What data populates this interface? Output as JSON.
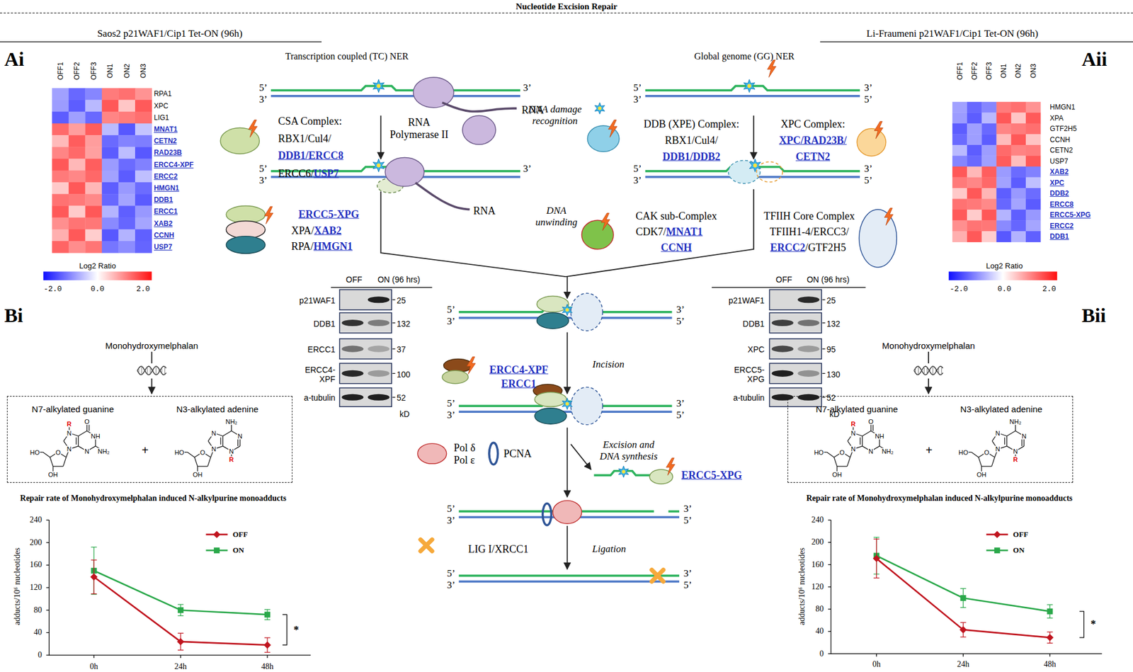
{
  "diagram": {
    "title": "Nucleotide Excision Repair",
    "nodes": [
      {
        "text": [
          "N7-alkylated guanine",
          "N3-alkylated adenine",
          "+"
        ]
      },
      {
        "text": [
          "N7-alkylated guanine",
          "N3-alkylated adenine",
          "+"
        ]
      }
    ],
    "labels": [
      "Saos2 p21WAF1/Cip1 Tet-ON (96h)",
      "Li-Fraumeni p21WAF1/Cip1 Tet-ON (96h)",
      "Ai",
      "Aii",
      "Bi",
      "Bii",
      "OFF1",
      "OFF2",
      "OFF3",
      "ON1",
      "ON2",
      "ON3",
      "RPA1",
      "XPC",
      "LIG1",
      "MNAT1",
      "CETN2",
      "RAD23B",
      "ERCC4-XPF",
      "ERCC2",
      "HMGN1",
      "DDB1",
      "ERCC1",
      "XAB2",
      "CCNH",
      "USP7",
      "Log2 Ratio",
      "-2.0",
      "0.0",
      "2.0",
      "OFF1",
      "OFF2",
      "OFF3",
      "ON1",
      "ON2",
      "ON3",
      "HMGN1",
      "XPA",
      "GTF2H5",
      "CCNH",
      "CETN2",
      "USP7",
      "XAB2",
      "XPC",
      "DDB2",
      "ERCC8",
      "ERCC5-XPG",
      "ERCC2",
      "DDB1",
      "Log2 Ratio",
      "-2.0",
      "0.0",
      "2.0",
      "Transcription coupled (TC) NER",
      "Global genome (GG) NER",
      "5’",
      "3’",
      "3’",
      "RNA",
      "CSA Complex:",
      "RBX1/Cul4/",
      "DDB1/ERCC8",
      "ERCC6/",
      "USP7",
      "RNA Polymerase II",
      "5’",
      "3’",
      "3’",
      "RNA",
      "ERCC5-XPG",
      "XPA/",
      "XAB2",
      "RPA/",
      "HMGN1",
      "5’",
      "3’",
      "3’",
      "5’",
      "DNA damage recognition",
      "DDB (XPE) Complex:",
      "RBX1/Cul4/",
      "DDB1/DDB2",
      "XPC Complex:",
      "XPC/RAD23B/",
      "CETN2",
      "5’",
      "3’",
      "3’",
      "5’",
      "DNA unwinding",
      "CAK sub-Complex",
      "CDK7/",
      "MNAT1",
      "CCNH",
      "TFIIH Core Complex",
      "TFIIH1-4/ERCC3/",
      "ERCC2",
      "/GTF2H5",
      "OFF",
      "ON (96 hrs)",
      "p21WAF1",
      "25",
      "DDB1",
      "132",
      "ERCC1",
      "37",
      "ERCC4- XPF",
      "100",
      "a-tubulin",
      "52",
      "kD",
      "5’",
      "3’",
      "3’",
      "5’",
      "ERCC4-XPF",
      "ERCC1",
      "Incision",
      "5’",
      "3’",
      "3’",
      "5’",
      "Pol δ",
      "Pol ε",
      "PCNA",
      "Excision and DNA synthesis",
      "ERCC5-XPG",
      "5’",
      "3’",
      "3’",
      "5’",
      "LIG I/XRCC1",
      "Ligation",
      "5’",
      "3’",
      "3’",
      "5’",
      "OFF",
      "ON (96 hrs)",
      "p21WAF1",
      "25",
      "DDB1",
      "132",
      "XPC",
      "95",
      "ERCC5- XPG",
      "130",
      "a-tubulin",
      "52",
      "kD",
      "Monohydroxymelphalan",
      "R",
      "N",
      "N",
      "NH",
      "N",
      "O",
      "NH₂",
      "HO",
      "O",
      "OH",
      "NH₂",
      "N",
      "N",
      "N",
      "N",
      "R",
      "HO",
      "O",
      "OH",
      "Repair rate of Monohydroxymelphalan induced N-alkylpurine monoadducts",
      "adducts/10⁶ nucleotides",
      "240",
      "200",
      "160",
      "120",
      "80",
      "40",
      "0",
      "0h",
      "24h",
      "48h",
      "*",
      "Monohydroxymelphalan",
      "R",
      "N",
      "N",
      "NH",
      "N",
      "O",
      "NH₂",
      "HO",
      "O",
      "OH",
      "NH₂",
      "N",
      "N",
      "N",
      "N",
      "R",
      "HO",
      "O",
      "OH",
      "Repair rate of Monohydroxymelphalan induced N-alkylpurine monoadducts",
      "adducts/10⁶ nucleotides",
      "240",
      "200",
      "160",
      "120",
      "80",
      "40",
      "0",
      "0h",
      "24h",
      "48h",
      "*"
    ],
    "legend": [
      {
        "text": "OFF"
      },
      {
        "text": "ON"
      },
      {
        "text": "OFF"
      },
      {
        "text": "ON"
      }
    ]
  }
}
